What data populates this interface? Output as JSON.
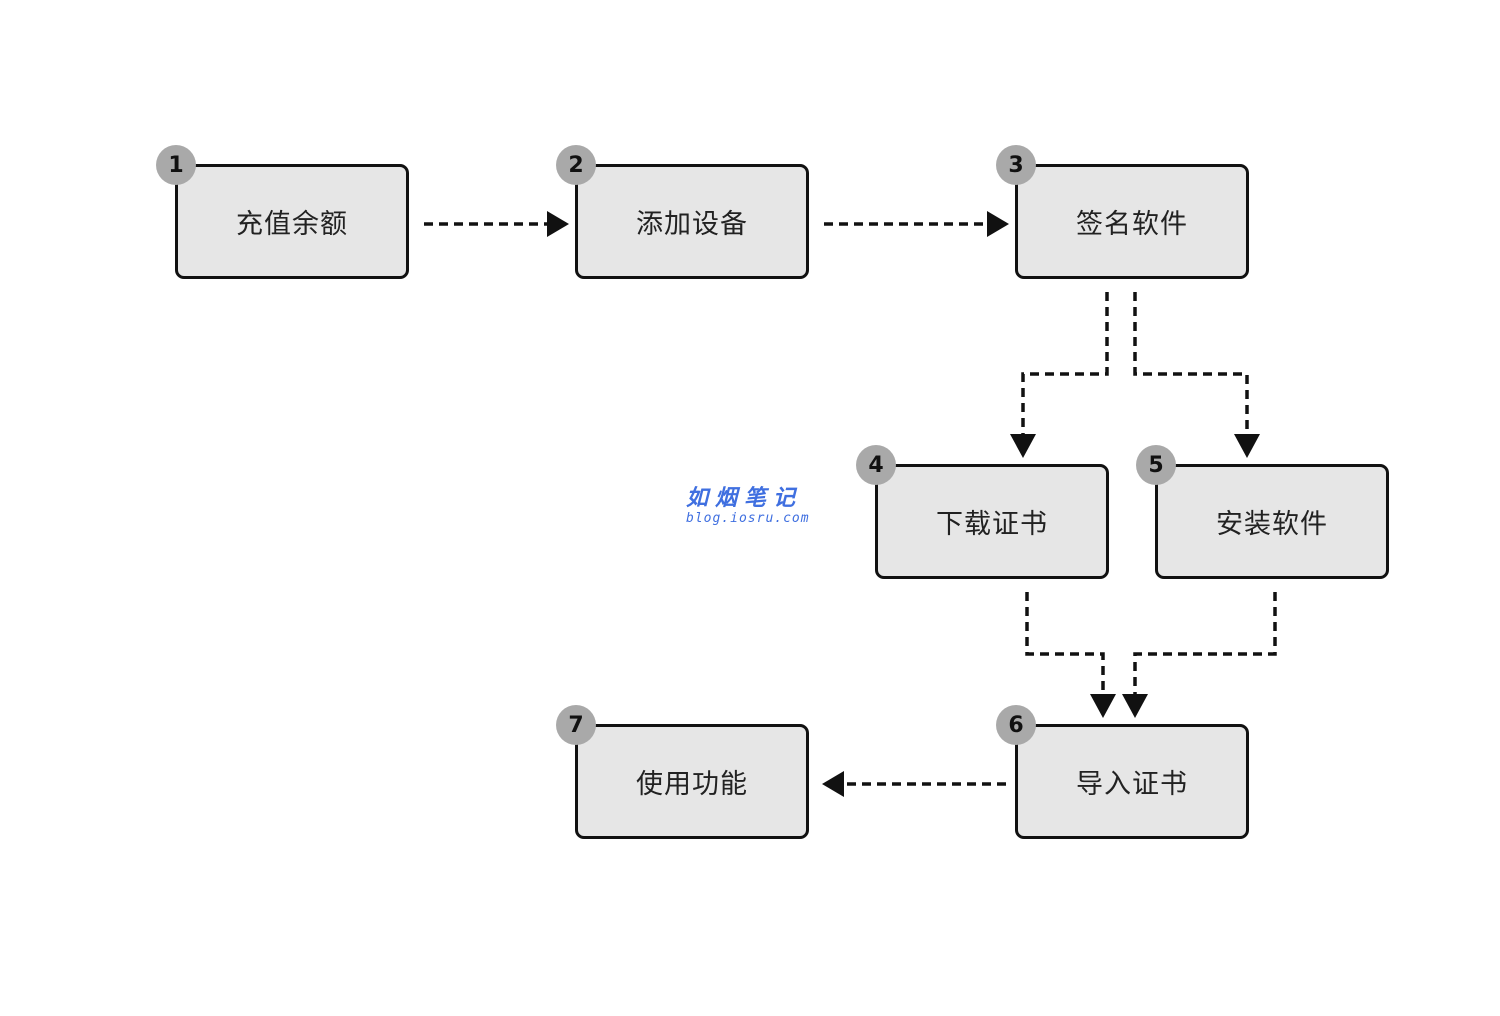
{
  "steps": [
    {
      "number": "1",
      "label": "充值余额"
    },
    {
      "number": "2",
      "label": "添加设备"
    },
    {
      "number": "3",
      "label": "签名软件"
    },
    {
      "number": "4",
      "label": "下载证书"
    },
    {
      "number": "5",
      "label": "安装软件"
    },
    {
      "number": "6",
      "label": "导入证书"
    },
    {
      "number": "7",
      "label": "使用功能"
    }
  ],
  "watermark": {
    "title": "如烟笔记",
    "url": "blog.iosru.com"
  },
  "flow": [
    {
      "from": "1",
      "to": "2"
    },
    {
      "from": "2",
      "to": "3"
    },
    {
      "from": "3",
      "to": "4"
    },
    {
      "from": "3",
      "to": "5"
    },
    {
      "from": "4",
      "to": "6"
    },
    {
      "from": "5",
      "to": "6"
    },
    {
      "from": "6",
      "to": "7"
    }
  ],
  "colors": {
    "box_fill": "#e6e6e6",
    "box_border": "#111111",
    "badge_fill": "#a9a9a9",
    "connector": "#111111",
    "watermark": "#3f6fe0"
  }
}
